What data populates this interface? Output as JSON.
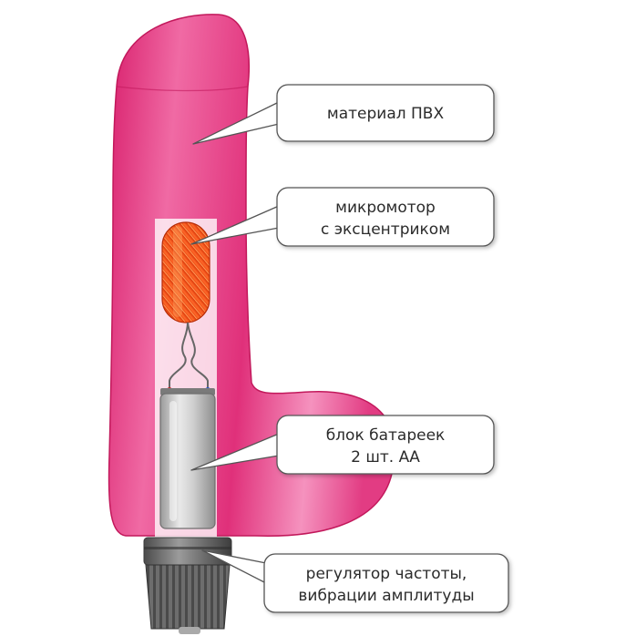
{
  "diagram": {
    "product_color": "#e0307a",
    "callouts": [
      {
        "id": "material",
        "lines": [
          "материал ПВХ"
        ]
      },
      {
        "id": "motor",
        "lines": [
          "микромотор",
          "с эксцентриком"
        ]
      },
      {
        "id": "battery",
        "lines": [
          "блок батареек",
          "2 шт. АА"
        ]
      },
      {
        "id": "regulator",
        "lines": [
          "регулятор частоты,",
          "вибрации амплитуды"
        ]
      }
    ]
  }
}
